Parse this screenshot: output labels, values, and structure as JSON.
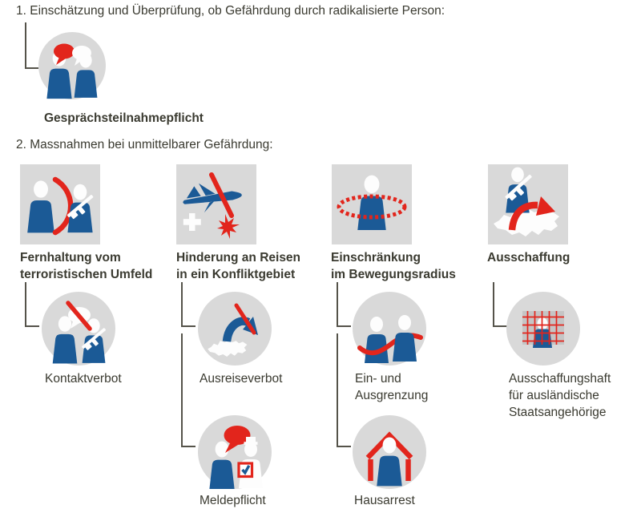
{
  "colors": {
    "blue": "#1b5a96",
    "red": "#e2251c",
    "icon_background_gray": "#d9d9d9",
    "cage_gray": "#c5c5c5",
    "text": "#3a3a30",
    "connector_line": "#55534a"
  },
  "section1": {
    "heading": "1. Einschätzung und Überprüfung, ob Gefährdung durch radikalisierte Person:",
    "measure": {
      "icon": "conversation-participation-icon",
      "label": "Gesprächsteilnahmepflicht"
    }
  },
  "section2": {
    "heading": "2. Massnahmen bei unmittelbarer Gefährdung:",
    "columns": [
      {
        "main_label": "Fernhaltung vom\nterroristischen Umfeld",
        "main_icon": "keep-away-from-terrorist-environment-icon",
        "sub1_label": "Kontaktverbot",
        "sub1_icon": "contact-ban-icon"
      },
      {
        "main_label": "Hinderung an Reisen\nin ein Konfliktgebiet",
        "main_icon": "travel-prevention-icon",
        "sub1_label": "Ausreiseverbot",
        "sub1_icon": "exit-ban-icon",
        "sub2_label": "Meldepflicht",
        "sub2_icon": "reporting-obligation-icon"
      },
      {
        "main_label": "Einschränkung\nim Bewegungsradius",
        "main_icon": "movement-radius-restriction-icon",
        "sub1_label": "Ein- und\nAusgrenzung",
        "sub1_icon": "inclusion-exclusion-icon",
        "sub2_label": "Hausarrest",
        "sub2_icon": "house-arrest-icon"
      },
      {
        "main_label": "Ausschaffung",
        "main_icon": "deportation-icon",
        "sub1_label": "Ausschaffungshaft\nfür ausländische\nStaatsangehörige",
        "sub1_icon": "deportation-detention-icon"
      }
    ]
  }
}
